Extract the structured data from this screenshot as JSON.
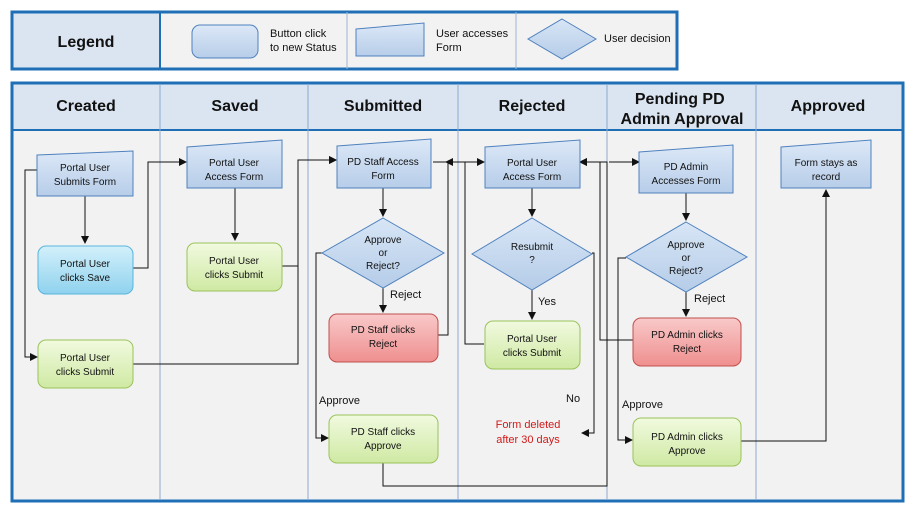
{
  "colors": {
    "frame": "#1f6fb7",
    "header_bg": "#dbe5f1",
    "lane_bg": "#f2f2f2",
    "form_fill": "#c6d9f1",
    "form_stroke": "#4f81bd",
    "save_fill": "#a9def4",
    "green_fill": "#dff2bf",
    "green_stroke": "#9ac35a",
    "red_fill": "#f5a9a9",
    "red_stroke": "#c0504d",
    "deleted_text": "#d21a1a"
  },
  "legend": {
    "title": "Legend",
    "button": [
      "Button click",
      "to new Status"
    ],
    "form": [
      "User accesses",
      "Form"
    ],
    "decision": "User decision"
  },
  "lanes": [
    {
      "title": [
        "Created"
      ]
    },
    {
      "title": [
        "Saved"
      ]
    },
    {
      "title": [
        "Submitted"
      ]
    },
    {
      "title": [
        "Rejected"
      ]
    },
    {
      "title": [
        "Pending PD",
        "Admin Approval"
      ]
    },
    {
      "title": [
        "Approved"
      ]
    }
  ],
  "nodes": {
    "portal_submits_form": [
      "Portal User",
      "Submits Form"
    ],
    "portal_clicks_save": [
      "Portal User",
      "clicks Save"
    ],
    "portal_clicks_submit_created": [
      "Portal User",
      "clicks Submit"
    ],
    "portal_access_form_saved": [
      "Portal User",
      "Access Form"
    ],
    "portal_clicks_submit_saved": [
      "Portal User",
      "clicks Submit"
    ],
    "pd_staff_access_form": [
      "PD Staff Access",
      "Form"
    ],
    "staff_decision": [
      "Approve",
      "or",
      "Reject?"
    ],
    "pd_staff_clicks_reject": [
      "PD Staff clicks",
      "Reject"
    ],
    "pd_staff_clicks_approve": [
      "PD Staff clicks",
      "Approve"
    ],
    "portal_access_form_rejected": [
      "Portal User",
      "Access Form"
    ],
    "resubmit_decision": [
      "Resubmit",
      "?"
    ],
    "portal_clicks_submit_rejected": [
      "Portal User",
      "clicks Submit"
    ],
    "form_deleted": [
      "Form deleted",
      "after 30 days"
    ],
    "pd_admin_accesses_form": [
      "PD Admin",
      "Accesses Form"
    ],
    "admin_decision": [
      "Approve",
      "or",
      "Reject?"
    ],
    "pd_admin_clicks_reject": [
      "PD Admin clicks",
      "Reject"
    ],
    "pd_admin_clicks_approve": [
      "PD Admin clicks",
      "Approve"
    ],
    "form_stays_record": [
      "Form stays as",
      "record"
    ]
  },
  "edge_labels": {
    "staff_reject": "Reject",
    "staff_approve": "Approve",
    "resubmit_yes": "Yes",
    "resubmit_no": "No",
    "admin_reject": "Reject",
    "admin_approve": "Approve"
  }
}
